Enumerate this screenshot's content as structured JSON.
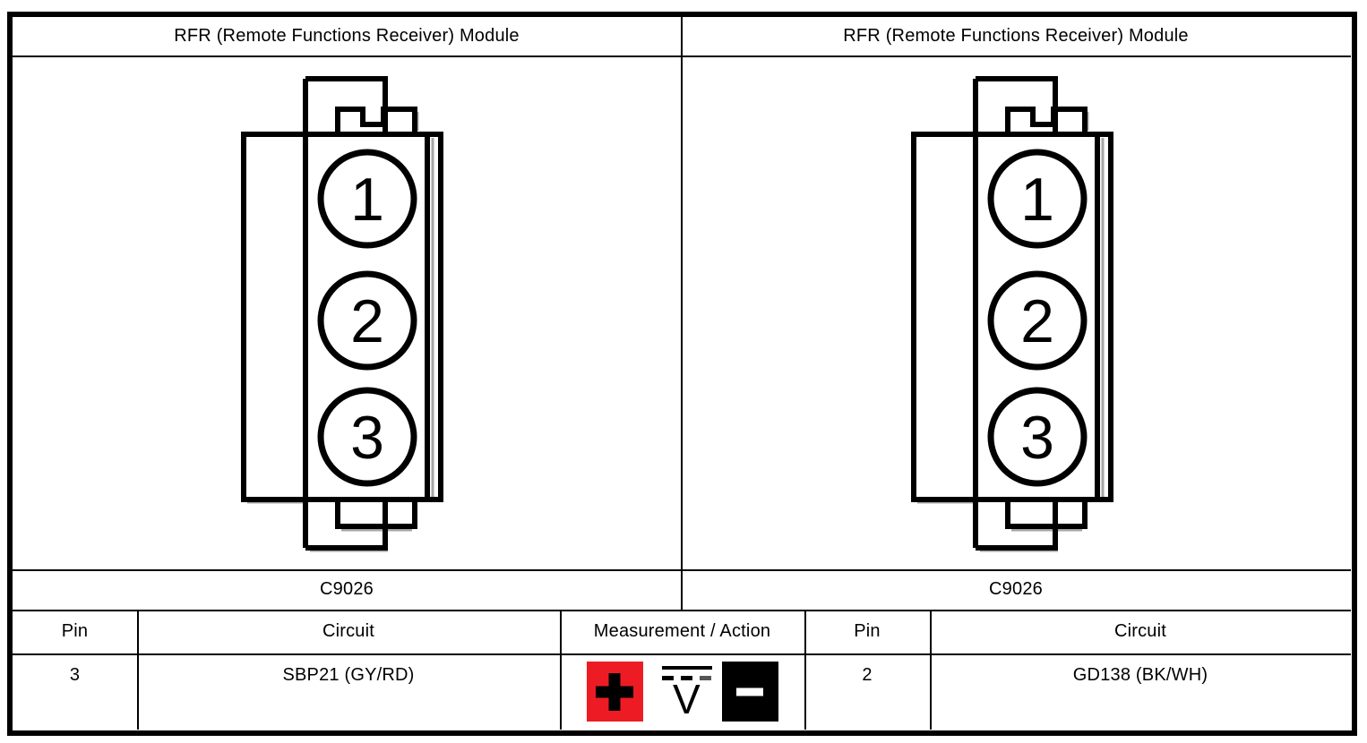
{
  "panels": [
    {
      "title": "RFR (Remote Functions Receiver) Module",
      "connector_label": "C9026",
      "pins": [
        "1",
        "2",
        "3"
      ]
    },
    {
      "title": "RFR (Remote Functions Receiver) Module",
      "connector_label": "C9026",
      "pins": [
        "1",
        "2",
        "3"
      ]
    }
  ],
  "table": {
    "headers": {
      "pin_left": "Pin",
      "circuit_left": "Circuit",
      "measurement": "Measurement / Action",
      "pin_right": "Pin",
      "circuit_right": "Circuit"
    },
    "row": {
      "pin_left": "3",
      "circuit_left": "SBP21 (GY/RD)",
      "pin_right": "2",
      "circuit_right": "GD138 (BK/WH)"
    },
    "measurement_icons": {
      "positive_lead": "+",
      "dc_voltage": "V",
      "negative_lead": "−",
      "positive_color": "#ed1c24",
      "negative_color": "#000000"
    }
  },
  "colors": {
    "line": "#000000",
    "shadow": "#a6a6a6",
    "background": "#ffffff"
  }
}
